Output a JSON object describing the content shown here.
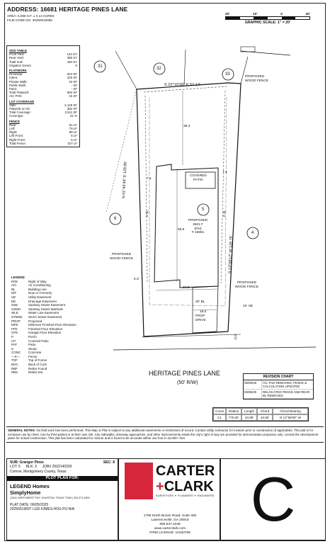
{
  "header": {
    "address_label": "ADDRESS:",
    "address": "16681 HERITAGE PINES LANE",
    "area": "AREA: 6,058 S.F. ± 0.14 ACRES",
    "film_code": "FILM CODE NO. 20250019355"
  },
  "scale": {
    "ticks": [
      "20'",
      "10'",
      "0",
      "20'"
    ],
    "caption": "GRAPHIC SCALE: 1\" = 20'"
  },
  "sod_table": {
    "title": "SOD TABLE",
    "rows": [
      {
        "label": "Front Yard:",
        "value": "142 SY"
      },
      {
        "label": "Rear Yard:",
        "value": "288 SY"
      },
      {
        "label": "Total Sod:",
        "value": "430 SY"
      },
      {
        "label": "Irrigation Zones:",
        "value": "5"
      }
    ]
  },
  "flatwork": {
    "title": "FLATWORK",
    "rows": [
      {
        "label": "Driveway:",
        "value": "524 SF"
      },
      {
        "label": "Intern:",
        "value": "320 SF"
      },
      {
        "label": "Private Walk:",
        "value": "42 SF"
      },
      {
        "label": "Public Walk:",
        "value": "- SF"
      },
      {
        "label": "Patio:",
        "value": "- SF"
      },
      {
        "label": "Total Flatwork:",
        "value": "584 SF"
      },
      {
        "label": "A/C PAD:",
        "value": "15 SF"
      }
    ]
  },
  "lot_coverage": {
    "title": "LOT COVERAGE",
    "rows": [
      {
        "label": "Slab:",
        "value": "2,129 SF"
      },
      {
        "label": "Flatwork on lot:",
        "value": "382 SF"
      },
      {
        "label": "Total Coverage:",
        "value": "2,511 SF"
      },
      {
        "label": "Coverage:",
        "value": "41 %"
      }
    ]
  },
  "fence": {
    "title": "FENCE",
    "rows": [
      {
        "label": "Rear:",
        "value": "51 LF"
      },
      {
        "label": "Left:",
        "value": "78 LF"
      },
      {
        "label": "Right:",
        "value": "86 LF"
      },
      {
        "label": "Left Front:",
        "value": "5 LF"
      },
      {
        "label": "Right Front:",
        "value": "5 LF"
      },
      {
        "label": "Total Fence:",
        "value": "227 LF"
      }
    ]
  },
  "legend": {
    "title": "LEGEND",
    "rows": [
      {
        "abbr": "R/W",
        "desc": "Right of Way"
      },
      {
        "abbr": "A/C",
        "desc": "Air Conditioning"
      },
      {
        "abbr": "BL",
        "desc": "Building Line"
      },
      {
        "abbr": "N/F",
        "desc": "Now or Formerly"
      },
      {
        "abbr": "UE",
        "desc": "Utility Easement"
      },
      {
        "abbr": "DE",
        "desc": "Drainage Easement"
      },
      {
        "abbr": "SSE",
        "desc": "Sanitary Sewer Easement"
      },
      {
        "abbr": "SSMH",
        "desc": "Sanitary Sewer Manhole"
      },
      {
        "abbr": "WLE",
        "desc": "Water Line Easement"
      },
      {
        "abbr": "STMSE",
        "desc": "Storm Sewer Easement"
      },
      {
        "abbr": "PROP",
        "desc": "Proposed"
      },
      {
        "abbr": "MFE",
        "desc": "Minimum Finished Floor Elevation"
      },
      {
        "abbr": "FFE",
        "desc": "Finished Floor Elevation"
      },
      {
        "abbr": "GFE",
        "desc": "Garage Floor Elevation"
      },
      {
        "abbr": "P",
        "desc": "Porch"
      },
      {
        "abbr": "CP",
        "desc": "Covered Patio"
      },
      {
        "abbr": "PAT",
        "desc": "Patio"
      },
      {
        "abbr": "S",
        "desc": "Stoop"
      },
      {
        "abbr": "CONC",
        "desc": "Concrete"
      },
      {
        "abbr": "—X—",
        "desc": "Fence"
      },
      {
        "abbr": "TOF",
        "desc": "Top of Forms"
      },
      {
        "abbr": "BOC",
        "desc": "Back of Curb"
      },
      {
        "abbr": "RBF",
        "desc": "Rebar Found"
      },
      {
        "abbr": "RBS",
        "desc": "Rebar Set"
      }
    ]
  },
  "plan": {
    "lots": {
      "left": "6",
      "main": "5",
      "right": "4",
      "top_left": "31",
      "top_mid": "32",
      "top_right": "33"
    },
    "rear_bearing": "S 15°10'26\" E 51.14'",
    "left_bearing": "N 01°43'44\" E 129.95'",
    "right_bearing": "S 13°58'17\" W 126.76'",
    "proposed_fence_top": "PROPOSED\nWOOD FENCE",
    "proposed_fence_left": "PROPOSED\nWOOD FENCE",
    "proposed_fence_right": "PROPOSED\nWOOD FENCE",
    "covered_patio": "COVERED\nPATIO",
    "house_label": "PROPOSED\n3501 F\n(RH)\n# 16681",
    "dim_rear_setback": "38.3",
    "dim_house_depth": "66.9",
    "dim_house_width": "34.8",
    "dim_front": "20' BL",
    "dim_drive": "16.0",
    "dim_r_side": "7.4",
    "dim_l_side": "7.4",
    "dim_bl_5": "5' BL",
    "dim_bl_5r": "5' BL",
    "dim_5_3": "5.3'",
    "dim_ue": "10' UE",
    "dim_curb": "12.0",
    "prop_drive": "PROP\nDRIVE",
    "street": "HERITAGE PINES LANE",
    "row": "(50' R/W)"
  },
  "revision_chart": {
    "title": "REVISION CHART",
    "rows": [
      {
        "date": "05/05/25",
        "desc": "A/C PAD REMOVED, FENCE & CALCULATION UPDATED"
      },
      {
        "date": "05/06/25",
        "desc": "RELOCATED FENCE AND REAR BL REMOVED"
      }
    ]
  },
  "curve_table": {
    "headers": [
      "Curve",
      "Radius",
      "Length",
      "Chord",
      "Chord Bearing"
    ],
    "row": [
      "C1",
      "775.00'",
      "43.88'",
      "43.85'",
      "N 12°58'00\" W"
    ]
  },
  "notes": {
    "title": "GENERAL NOTES:",
    "text": "No field work has been performed. This Map or Plat is subject to any additional easements or restrictions of record. Contact utility contractor for location prior to construction (if applicable). This plat is for exclusive use by client. Use by third parties is at their own risk. City sidewalks, driveway approaches, and other improvements inside the city's right of way are provided for demonstration purposes only; consult the development plans for actual construction. This plat has been calculated for closure and is found to be accurate within one foot in 10,000+ feet."
  },
  "footer": {
    "sub": "SUB: Granger Pines",
    "sec": "SEC: 8",
    "lot": "LOT: 5",
    "blk": "BLK: 3",
    "job": "JOB# 2502140200",
    "county": "Conroe, Montgomery County, Texas",
    "plot_bar": "PLOT PLAN FOR:",
    "client1": "LEGEND Homes",
    "client2": "SimplyHome",
    "client_addr": "12941 NORTHWEST FWY, HOUSTON, TEXAS 77040 | 281-371-4900",
    "plat_date": "PLAT DATE: 06/05/2025",
    "file": "20250519697 LGD-IOMES.HOU-FO-N/A",
    "brand1": "CARTER",
    "brand_plus": "+",
    "brand2": "CLARK",
    "brand_tag": "SURVEYORS ✦ PLANNERS ✦ ENGINEERS",
    "contact1": "1785 North Brown Road, Suite 400",
    "contact2": "Lawrenceville, GA 30043",
    "contact3": "866.637.1048",
    "contact4": "www.carterclark.com",
    "contact5": "FIRM LICENSE: 10193759",
    "sheet": "C"
  }
}
